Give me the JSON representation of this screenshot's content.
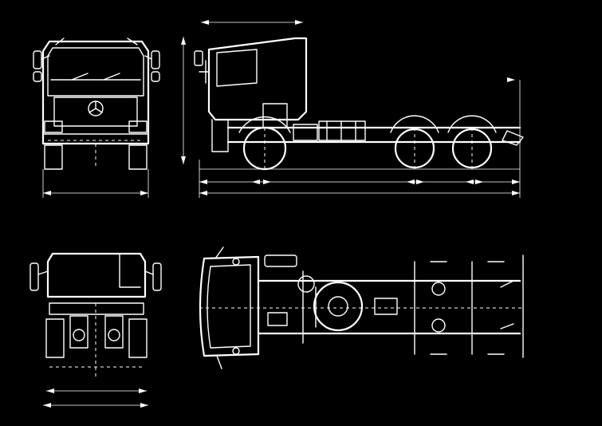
{
  "drawing": {
    "background_color": "#000000",
    "line_color": "#ffffff"
  },
  "views": [
    {
      "name": "front-view"
    },
    {
      "name": "side-view"
    },
    {
      "name": "rear-view"
    },
    {
      "name": "top-view"
    }
  ]
}
